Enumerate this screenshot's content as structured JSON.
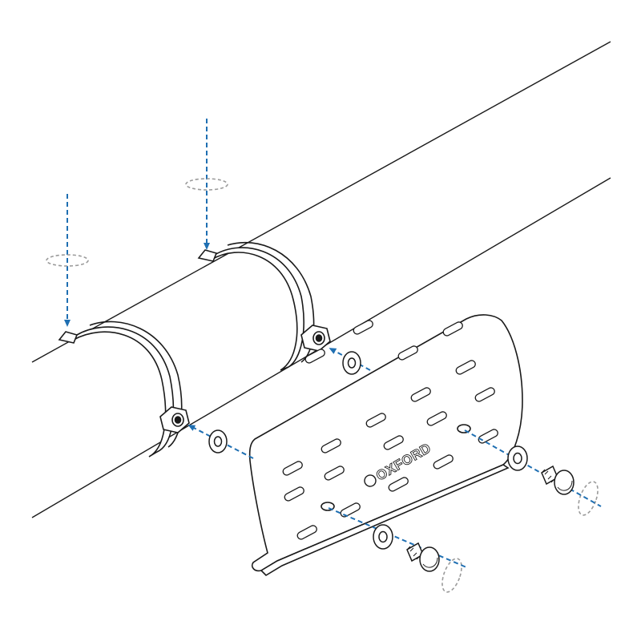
{
  "diagram": {
    "brand_text": "OXFORD",
    "colors": {
      "stroke": "#1a1a1a",
      "fill": "#ffffff",
      "arrow_blue": "#1f6fb2",
      "rotation_grey": "#9a9a9a",
      "shield_fill": "#f2f2f2",
      "shield_detail": "#cfcfcf"
    },
    "parts": {
      "tube": "exhaust-pipe",
      "clamps": 2,
      "heat_shield": 1,
      "washers": 4,
      "bolts": 2,
      "nuts": 2
    }
  }
}
